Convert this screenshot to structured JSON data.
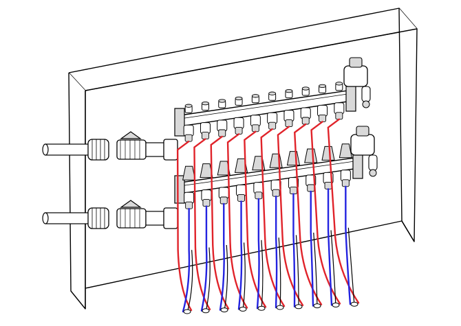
{
  "diagram": {
    "subject": "floor-heating-manifold-cabinet",
    "colors": {
      "background": "#ffffff",
      "line": "#000000",
      "supply_pipe": "#e0232a",
      "return_pipe": "#2323e0",
      "fill_light": "#ffffff",
      "fill_shade": "#d9d9d9"
    },
    "inlet_count": 2,
    "loop_count": 10,
    "manifolds": [
      "supply",
      "return"
    ]
  }
}
